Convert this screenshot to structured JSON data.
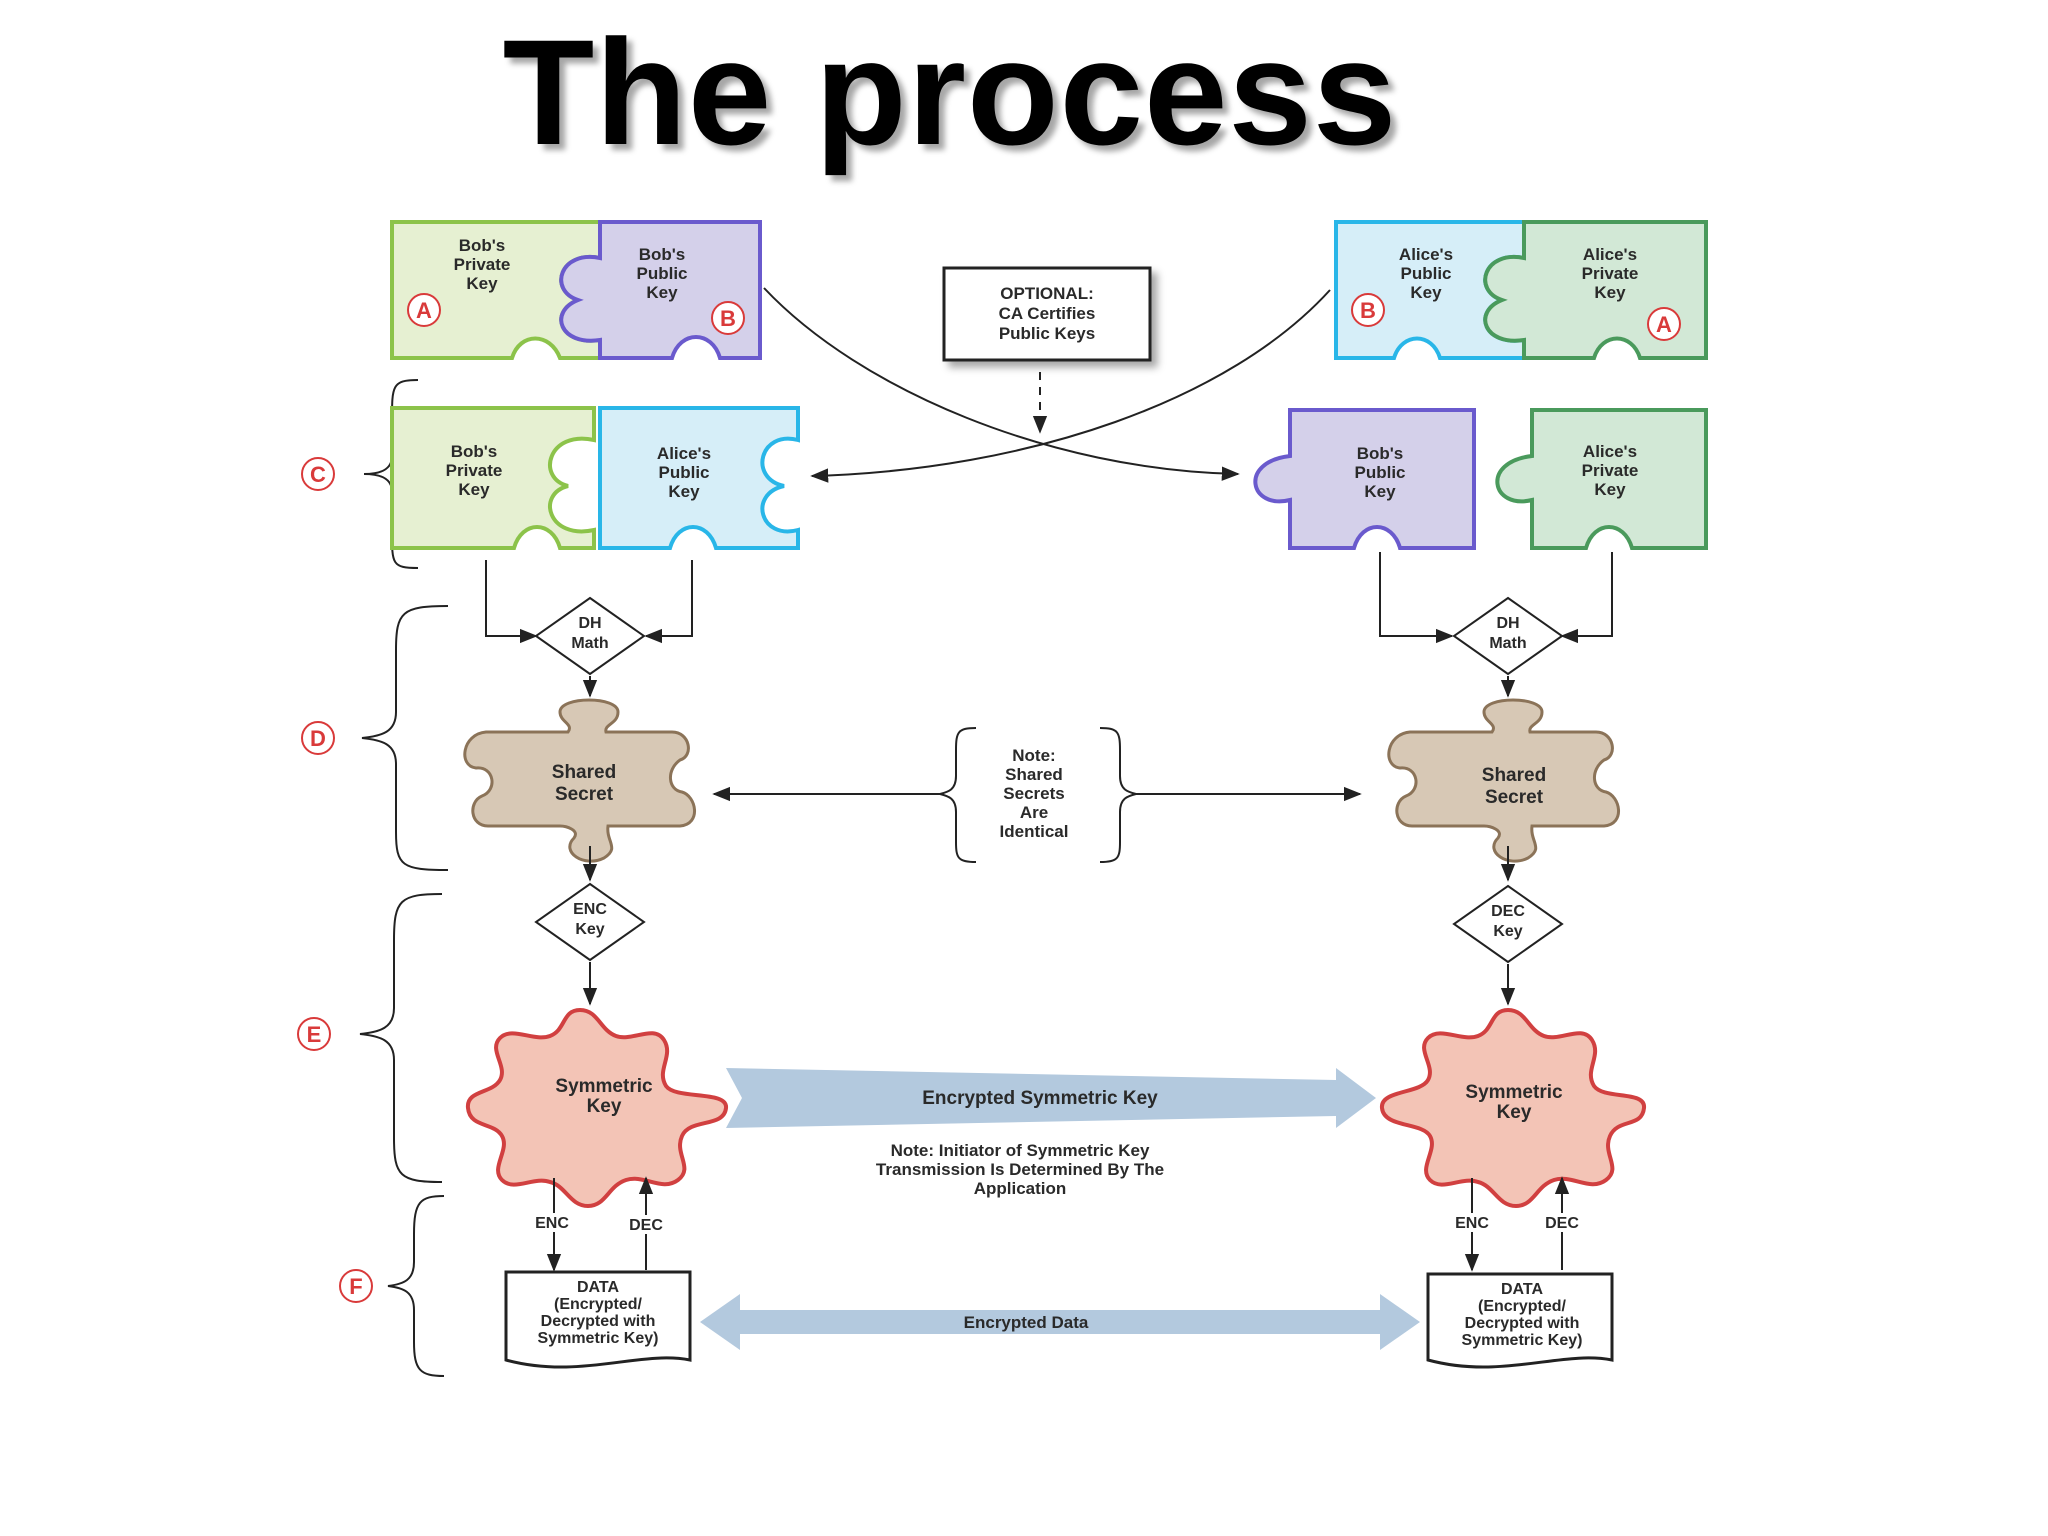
{
  "title": "The process",
  "letters": {
    "A": "A",
    "B": "B",
    "C": "C",
    "D": "D",
    "E": "E",
    "F": "F"
  },
  "keys": {
    "bob_private": [
      "Bob's",
      "Private",
      "Key"
    ],
    "bob_public": [
      "Bob's",
      "Public",
      "Key"
    ],
    "alice_public": [
      "Alice's",
      "Public",
      "Key"
    ],
    "alice_private": [
      "Alice's",
      "Private",
      "Key"
    ]
  },
  "optional_box": [
    "OPTIONAL:",
    "CA Certifies",
    "Public Keys"
  ],
  "dh_math": [
    "DH",
    "Math"
  ],
  "shared_secret": [
    "Shared",
    "Secret"
  ],
  "note_identical": [
    "Note:",
    "Shared",
    "Secrets",
    "Are",
    "Identical"
  ],
  "enc_key": [
    "ENC",
    "Key"
  ],
  "dec_key": [
    "DEC",
    "Key"
  ],
  "symmetric_key": [
    "Symmetric",
    "Key"
  ],
  "encrypted_symmetric_key": "Encrypted Symmetric Key",
  "note_initiator": [
    "Note: Initiator of Symmetric Key",
    "Transmission Is Determined By The",
    "Application"
  ],
  "enc_label": "ENC",
  "dec_label": "DEC",
  "data_doc": [
    "DATA",
    "(Encrypted/",
    "Decrypted with",
    "Symmetric Key)"
  ],
  "encrypted_data": "Encrypted Data",
  "colors": {
    "green_stroke": "#8cc34a",
    "green_fill": "#e6f0d2",
    "purple_stroke": "#6a5acd",
    "purple_fill": "#d4d0ea",
    "blue_stroke": "#29b6e8",
    "blue_fill": "#d6eef8",
    "dkgreen_stroke": "#4a9a5c",
    "dkgreen_fill": "#d2e8d6",
    "tan_fill": "#d7c8b5",
    "tan_stroke": "#8b7358",
    "red_fill": "#f3c4b6",
    "red_stroke": "#d14040",
    "arrow_blue": "#b3c9de",
    "letter_red": "#d93a3a"
  }
}
